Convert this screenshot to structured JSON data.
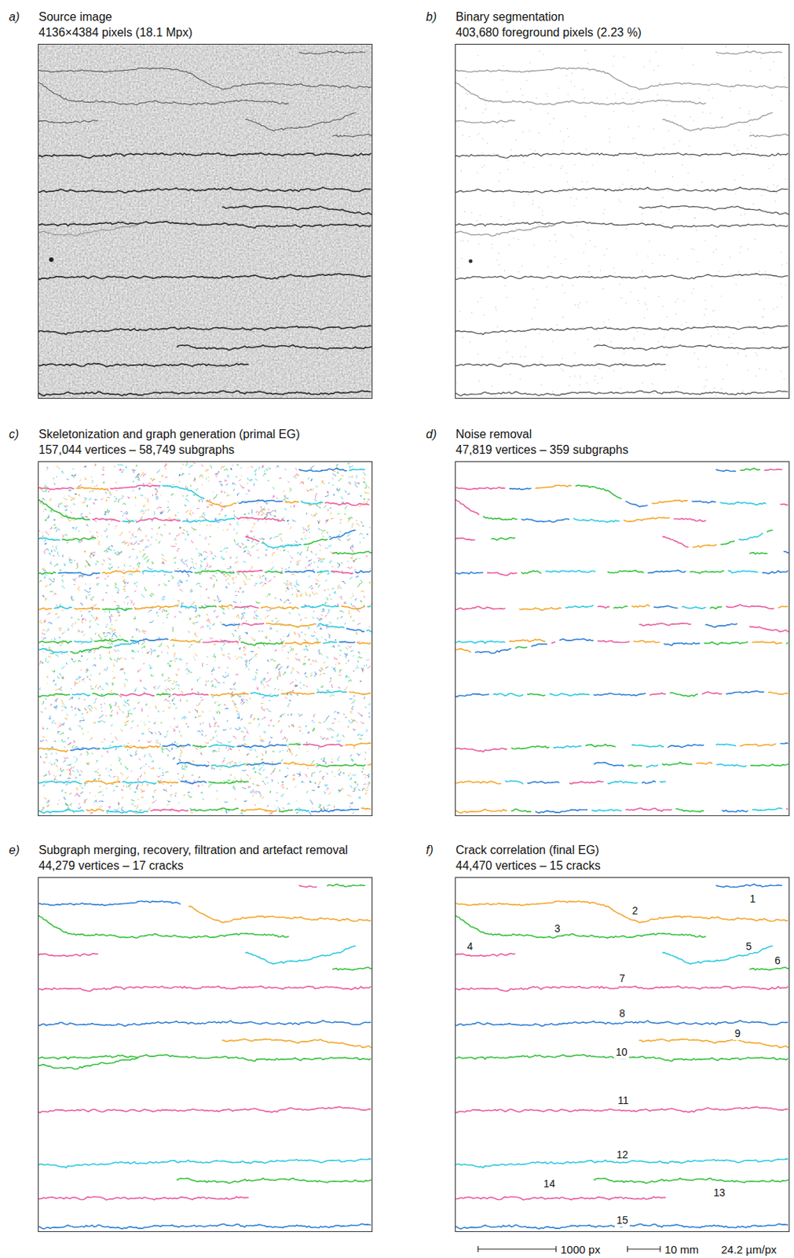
{
  "diagram": {
    "nodes": [
      {
        "text": [
          "a)",
          "Source image",
          "4136×4384 pixels (18.1 Mpx)"
        ]
      },
      {
        "text": [
          "b)",
          "Binary segmentation",
          "403,680 foreground pixels (2.23 %)"
        ]
      },
      {
        "text": [
          "c)",
          "Skeletonization and graph generation (primal EG)",
          "157,044 vertices – 58,749 subgraphs"
        ]
      },
      {
        "text": [
          "d)",
          "Noise removal",
          "47,819 vertices – 359 subgraphs"
        ]
      },
      {
        "text": [
          "e)",
          "Subgraph merging, recovery, filtration and artefact removal",
          "44,279 vertices – 17 cracks"
        ]
      },
      {
        "text": [
          "f)",
          "Crack correlation (final EG)",
          "44,470 vertices – 15 cracks"
        ]
      }
    ],
    "labels": [
      "1",
      "2",
      "3",
      "4",
      "5",
      "6",
      "7",
      "8",
      "9",
      "10",
      "11",
      "12",
      "13",
      "14",
      "15",
      "1000 px",
      "10 mm",
      "24.2 µm/px"
    ]
  }
}
